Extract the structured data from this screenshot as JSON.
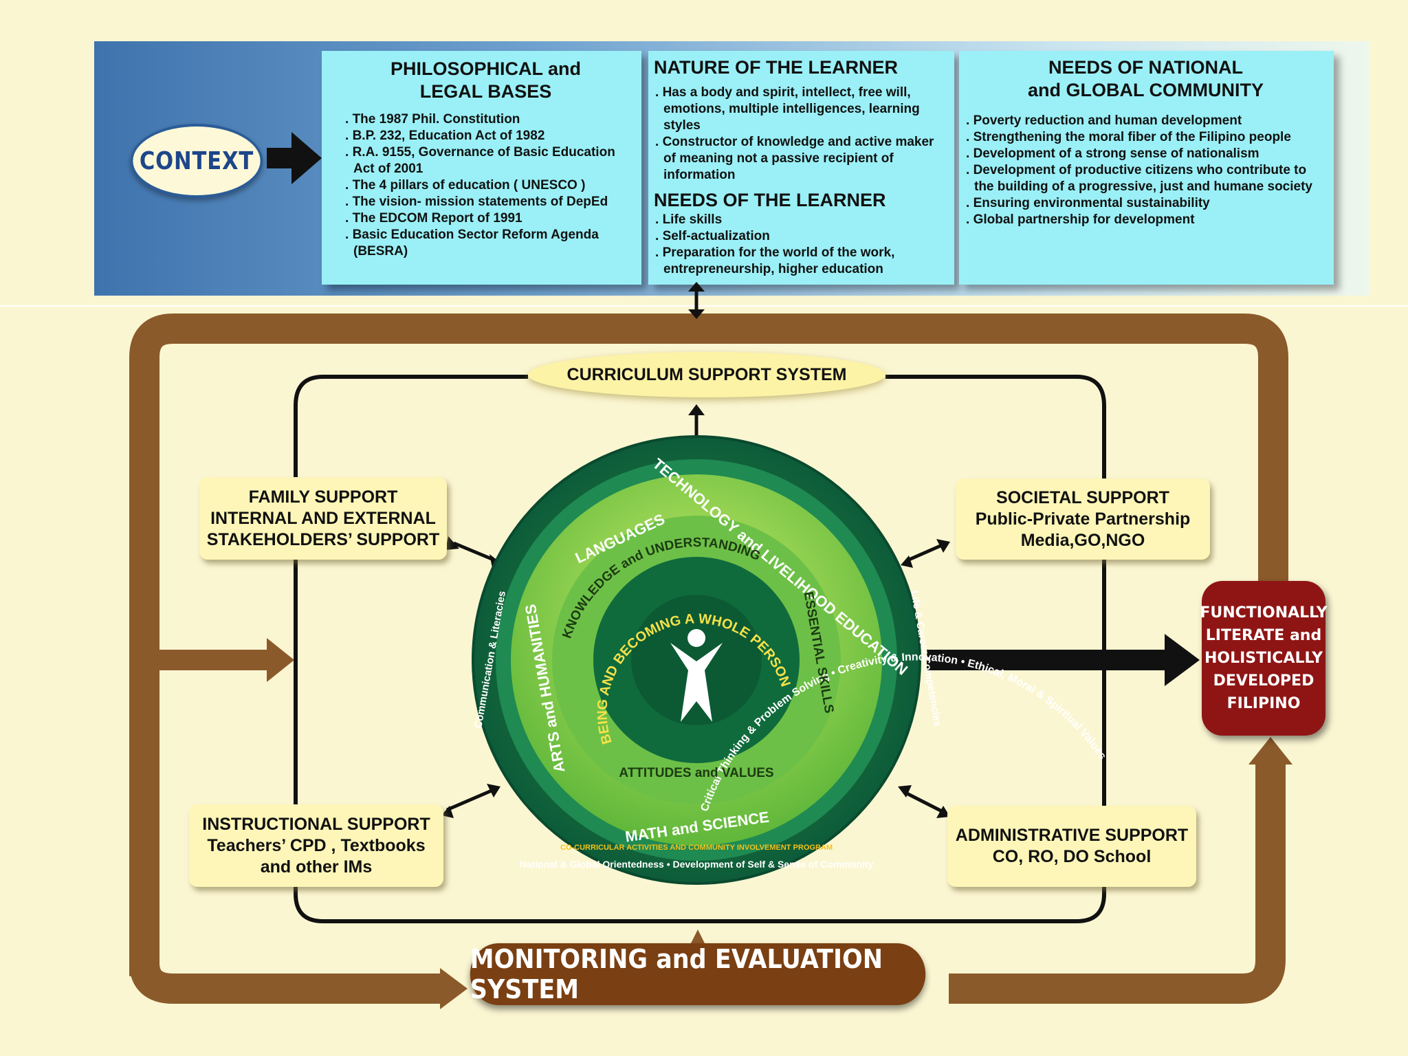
{
  "context": {
    "label": "CONTEXT"
  },
  "philosophical": {
    "title_line1": "PHILOSOPHICAL and",
    "title_line2": "LEGAL BASES",
    "items": [
      "The 1987 Phil. Constitution",
      "B.P. 232, Education Act of 1982",
      "R.A. 9155, Governance of Basic Education Act of 2001",
      "The 4 pillars of education ( UNESCO )",
      "The vision- mission statements of DepEd",
      "The EDCOM Report of 1991",
      "Basic Education Sector Reform Agenda (BESRA)"
    ]
  },
  "nature": {
    "title": "NATURE OF THE LEARNER",
    "items": [
      "Has a body and spirit, intellect, free will, emotions, multiple  intelligences, learning styles",
      "Constructor of knowledge and active maker of meaning not a passive recipient of information"
    ]
  },
  "learner_needs": {
    "title": "NEEDS OF THE LEARNER",
    "items": [
      "Life skills",
      "Self-actualization",
      "Preparation for the world of the work, entrepreneurship, higher education"
    ]
  },
  "community_needs": {
    "title_line1": "NEEDS OF NATIONAL",
    "title_line2": "and  GLOBAL COMMUNITY",
    "items": [
      "Poverty reduction and human development",
      "Strengthening the moral fiber of the Filipino people",
      "Development of a strong sense of nationalism",
      "Development of productive citizens who contribute to the building of a progressive, just and humane society",
      "Ensuring environmental sustainability",
      "Global partnership for development"
    ]
  },
  "curriculum_support": "CURRICULUM SUPPORT SYSTEM",
  "family": {
    "line1": "FAMILY SUPPORT",
    "line2": "INTERNAL AND EXTERNAL",
    "line3": "STAKEHOLDERS’ SUPPORT"
  },
  "societal": {
    "line1": "SOCIETAL SUPPORT",
    "line2": "Public-Private Partnership",
    "line3": "Media,GO,NGO"
  },
  "instructional": {
    "line1": "INSTRUCTIONAL SUPPORT",
    "line2": "Teachers’ CPD , Textbooks",
    "line3": "and other IMs"
  },
  "administrative": {
    "line1": "ADMINISTRATIVE SUPPORT",
    "line2": "CO, RO, DO School"
  },
  "outcome": {
    "lines": [
      "FUNCTIONALLY",
      "LITERATE and",
      "HOLISTICALLY",
      "DEVELOPED",
      "FILIPINO"
    ]
  },
  "monitoring": "MONITORING and EVALUATION SYSTEM",
  "wheel": {
    "outer_ring_top": "Critical Thinking & Problem Solving  •  Creativity & Innovation  •  Ethical, Moral & Spiritual Values",
    "outer_ring_right": "Life & Career Competencies",
    "outer_ring_left": "Communication & Literacies",
    "outer_ring_bottom": "National & Global Orientedness  •  Development of Self & Sense of Community",
    "subjects_top_left": "LANGUAGES",
    "subjects_top_right": "TECHNOLOGY and LIVELIHOOD EDUCATION",
    "subjects_left": "ARTS and HUMANITIES",
    "subjects_bottom": "MATH and SCIENCE",
    "subjects_bottom_ribbon": "CO-CURRICULAR ACTIVITIES AND COMMUNITY INVOLVEMENT PROGRAM",
    "inner_ring_top": "KNOWLEDGE and UNDERSTANDING",
    "inner_ring_right": "ESSENTIAL SKILLS",
    "inner_ring_bottom": "ATTITUDES and VALUES",
    "core": "BEING AND BECOMING A WHOLE PERSON"
  },
  "colors": {
    "brown": "#8b5a2b",
    "outcome_red": "#8f1515",
    "panel_cyan": "#9af0f6",
    "wheel_dark": "#0d5c3a",
    "wheel_light": "#8ccf3f"
  }
}
